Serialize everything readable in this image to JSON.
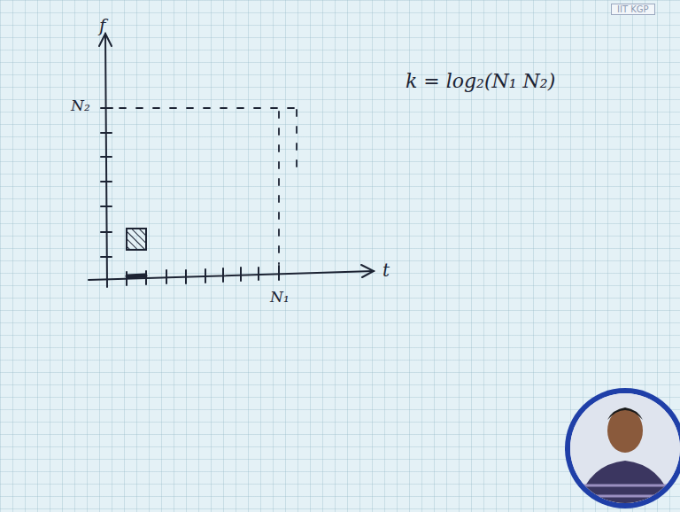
{
  "diagram": {
    "labels": [
      "f",
      "t",
      "N₂",
      "N₁",
      "k = log₂(N₁ N₂)",
      "IIT KGP"
    ]
  }
}
